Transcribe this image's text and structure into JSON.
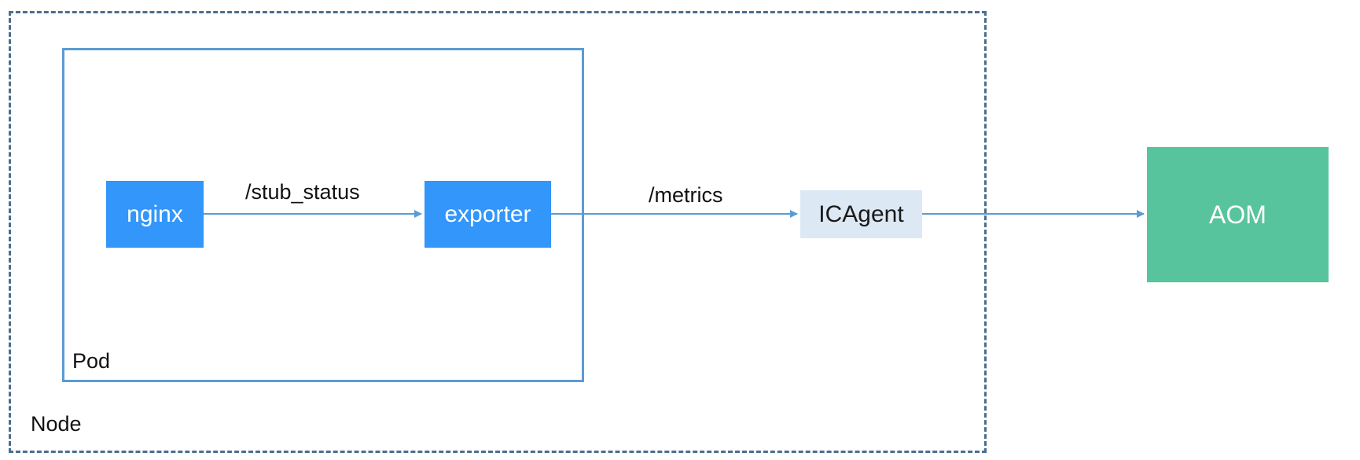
{
  "diagram": {
    "containers": {
      "node": {
        "label": "Node"
      },
      "pod": {
        "label": "Pod"
      }
    },
    "components": {
      "nginx": {
        "label": "nginx"
      },
      "exporter": {
        "label": "exporter"
      },
      "icagent": {
        "label": "ICAgent"
      },
      "aom": {
        "label": "AOM"
      }
    },
    "edges": [
      {
        "from": "nginx",
        "to": "exporter",
        "label": "/stub_status"
      },
      {
        "from": "exporter",
        "to": "icagent",
        "label": "/metrics"
      },
      {
        "from": "icagent",
        "to": "aom",
        "label": ""
      }
    ]
  },
  "colors": {
    "component_blue": "#3296fa",
    "icagent_fill": "#dde8f5",
    "aom_green": "#58c49d",
    "pod_border": "#5b9bd5",
    "node_border": "#4a6f8e",
    "arrow": "#5b9bd5"
  }
}
